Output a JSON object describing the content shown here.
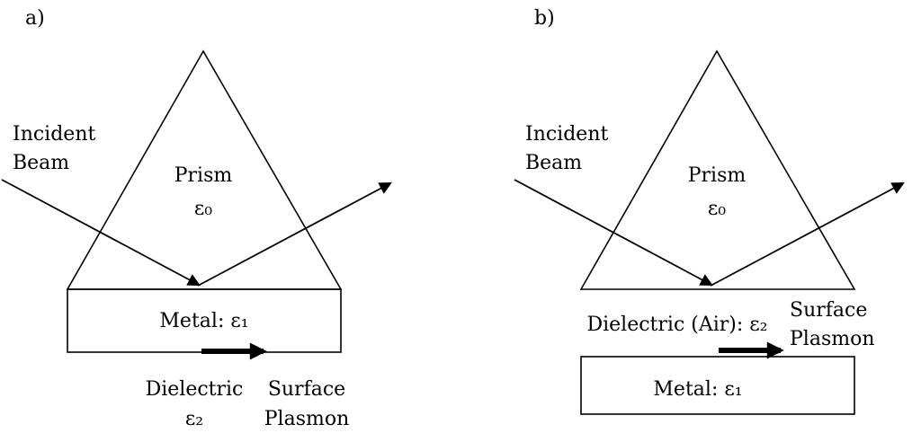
{
  "figure": {
    "background": "#ffffff",
    "line_color": "#000000",
    "text_color": "#000000",
    "panels": {
      "a": {
        "label": "a)",
        "incident": {
          "line1": "Incident",
          "line2": "Beam"
        },
        "prism": {
          "name": "Prism",
          "epsilon": "ε₀"
        },
        "metal_label": "Metal: ε₁",
        "dielectric": {
          "line1": "Dielectric",
          "line2": "ε₂"
        },
        "plasmon": {
          "line1": "Surface",
          "line2": "Plasmon"
        }
      },
      "b": {
        "label": "b)",
        "incident": {
          "line1": "Incident",
          "line2": "Beam"
        },
        "prism": {
          "name": "Prism",
          "epsilon": "ε₀"
        },
        "dielectric_label": "Dielectric (Air): ε₂",
        "metal_label": "Metal: ε₁",
        "plasmon": {
          "line1": "Surface",
          "line2": "Plasmon"
        }
      }
    }
  }
}
